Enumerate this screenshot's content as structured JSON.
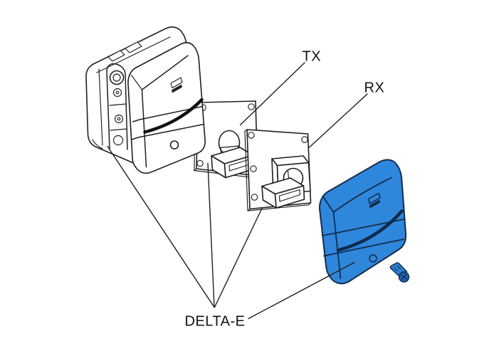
{
  "figure": {
    "labels": {
      "tx": "TX",
      "rx": "RX",
      "delta": "DELTA-E"
    },
    "colors": {
      "background": "#ffffff",
      "line": "#1f1f1f",
      "cover_blue": "#2f87dc",
      "blue_line": "#132c49",
      "screw_blue": "#2d7ecf",
      "screw_head_blue": "#1d62ad",
      "text": "#111111"
    },
    "icons": {
      "came_logo": "came-logo-icon"
    }
  }
}
